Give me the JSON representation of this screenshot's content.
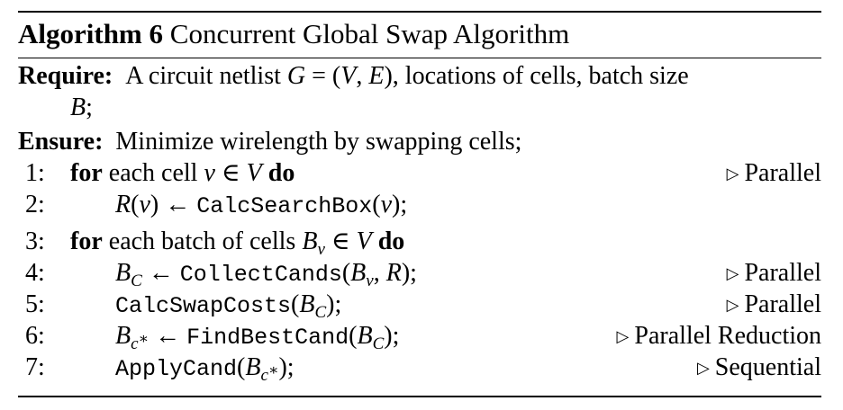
{
  "title": {
    "label": "Algorithm 6",
    "text": "Concurrent Global Swap Algorithm"
  },
  "require": {
    "keyword": "Require:",
    "line1": "A circuit netlist G = (V, E), locations of cells, batch size",
    "line2": "B;"
  },
  "ensure": {
    "keyword": "Ensure:",
    "text": "Minimize wirelength by swapping cells;"
  },
  "steps": [
    {
      "num": "1:",
      "text": "for each cell v ∈ V do",
      "comment": "Parallel"
    },
    {
      "num": "2:",
      "text": "R(v) ← CalcSearchBox(v);",
      "comment": ""
    },
    {
      "num": "3:",
      "text": "for each batch of cells Bv ∈ V do",
      "comment": ""
    },
    {
      "num": "4:",
      "text": "BC ← CollectCands(Bv, R);",
      "comment": "Parallel"
    },
    {
      "num": "5:",
      "text": "CalcSwapCosts(BC);",
      "comment": "Parallel"
    },
    {
      "num": "6:",
      "text": "Bc* ← FindBestCand(BC);",
      "comment": "Parallel Reduction"
    },
    {
      "num": "7:",
      "text": "ApplyCand(Bc*);",
      "comment": "Sequential"
    }
  ],
  "comment_marker": "▷"
}
